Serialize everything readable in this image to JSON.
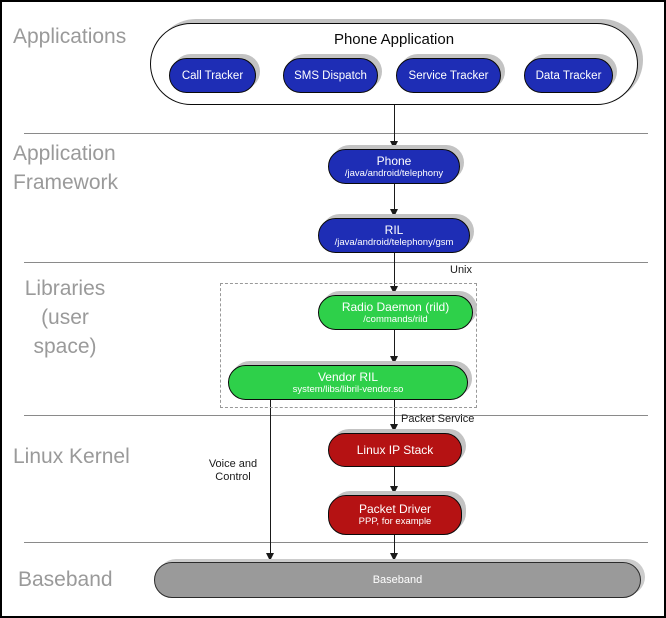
{
  "layers": {
    "applications": {
      "label": "Applications"
    },
    "framework": {
      "label": "Application\nFramework"
    },
    "libraries": {
      "label": "Libraries\n(user space)"
    },
    "kernel": {
      "label": "Linux Kernel"
    },
    "baseband": {
      "label": "Baseband"
    }
  },
  "nodes": {
    "phone_application": {
      "title": "Phone Application"
    },
    "call_tracker": {
      "label": "Call Tracker"
    },
    "sms_dispatch": {
      "label": "SMS Dispatch"
    },
    "service_tracker": {
      "label": "Service Tracker"
    },
    "data_tracker": {
      "label": "Data Tracker"
    },
    "phone": {
      "title": "Phone",
      "subtitle": "/java/android/telephony"
    },
    "ril": {
      "title": "RIL",
      "subtitle": "/java/android/telephony/gsm"
    },
    "radio_daemon": {
      "title": "Radio Daemon (rild)",
      "subtitle": "/commands/rild"
    },
    "vendor_ril": {
      "title": "Vendor RIL",
      "subtitle": "system/libs/libril-vendor.so"
    },
    "linux_ip_stack": {
      "title": "Linux IP Stack"
    },
    "packet_driver": {
      "title": "Packet Driver",
      "subtitle": "PPP, for example"
    },
    "baseband_bar": {
      "title": "Baseband"
    }
  },
  "annotations": {
    "unix": "Unix",
    "voice_control": "Voice and\nControl",
    "packet_service": "Packet Service"
  },
  "colors": {
    "node_blue": "#1e2db5",
    "node_green": "#2ed04a",
    "node_red": "#b51213",
    "baseband_gray": "#9a9a9a",
    "layer_label_gray": "#9a9a9a",
    "divider_gray": "#8a8a8a",
    "shadow_gray": "#c3c3c3"
  }
}
